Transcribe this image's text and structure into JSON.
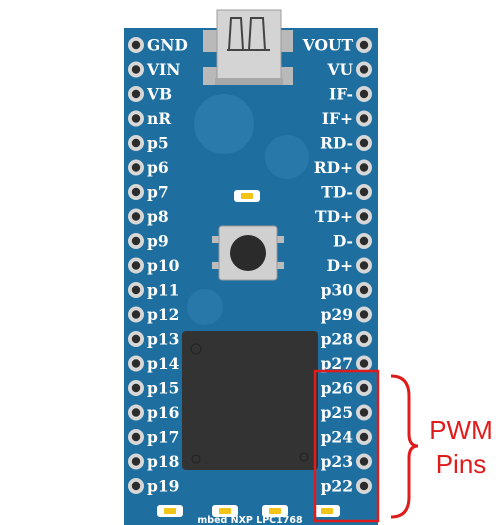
{
  "board": {
    "silkscreen": "mbed NXP LPC1768",
    "left_pins": [
      "GND",
      "VIN",
      "VB",
      "nR",
      "p5",
      "p6",
      "p7",
      "p8",
      "p9",
      "p10",
      "p11",
      "p12",
      "p13",
      "p14",
      "p15",
      "p16",
      "p17",
      "p18",
      "p19"
    ],
    "right_pins": [
      "VOUT",
      "VU",
      "IF-",
      "IF+",
      "RD-",
      "RD+",
      "TD-",
      "TD+",
      "D-",
      "D+",
      "p30",
      "p29",
      "p28",
      "p27",
      "p26",
      "p25",
      "p24",
      "p23",
      "p22"
    ]
  },
  "callout": {
    "line1": "PWM",
    "line2": "Pins",
    "highlighted_pins": [
      "p26",
      "p25",
      "p24",
      "p23",
      "p22"
    ]
  },
  "colors": {
    "board": "#1e6fa0",
    "pad_ring": "#d7d7d7",
    "pad_hole": "#2c2c2c",
    "chip": "#333333",
    "led": "#f2c418",
    "callout": "#e01b1b"
  }
}
